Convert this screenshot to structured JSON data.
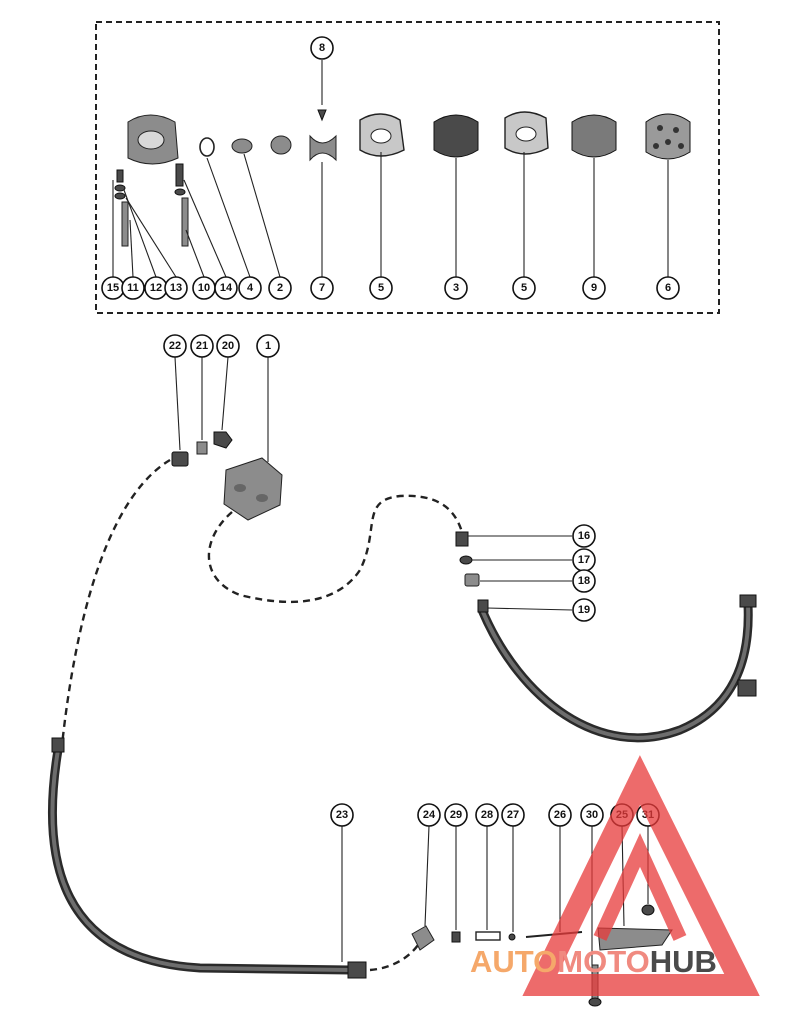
{
  "kit_callouts": {
    "top": [
      "8"
    ],
    "bottom": [
      "15",
      "11",
      "12",
      "13",
      "10",
      "14",
      "4",
      "2",
      "7",
      "5",
      "3",
      "5",
      "9",
      "6"
    ]
  },
  "main_callouts": [
    "22",
    "21",
    "20",
    "1",
    "16",
    "17",
    "18",
    "19",
    "23",
    "24",
    "29",
    "28",
    "27",
    "26",
    "30",
    "25",
    "31"
  ],
  "watermark": {
    "brand_1": "AUTO",
    "brand_2": "MOTO",
    "brand_3": "HUB",
    "color_1": "#f5a86a",
    "color_2": "#f08a80",
    "color_3": "#4a4a4a",
    "triangle_color": "#e83a3a"
  }
}
